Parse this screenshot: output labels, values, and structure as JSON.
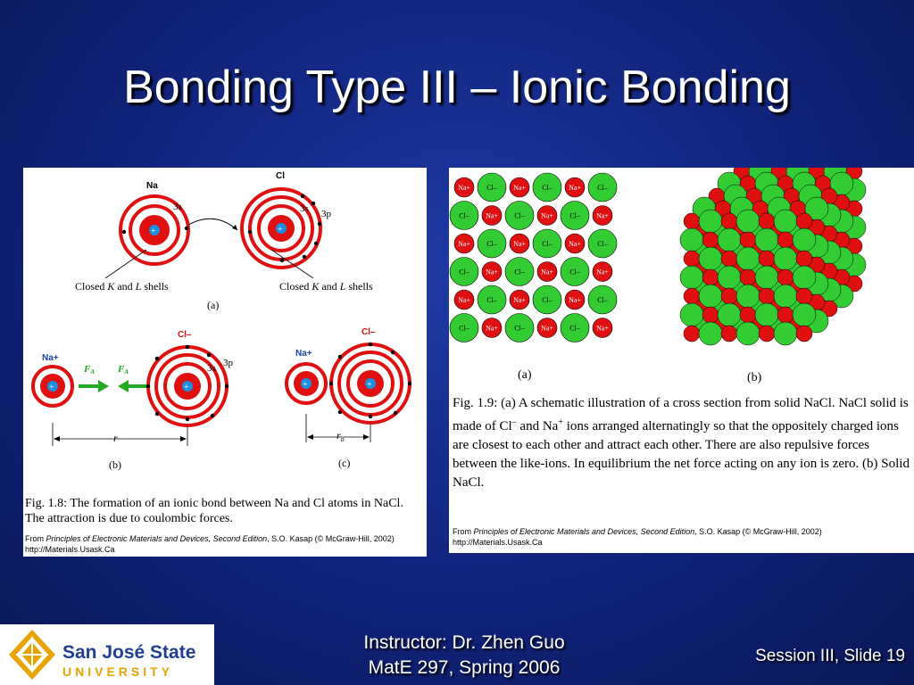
{
  "slide": {
    "title": "Bonding Type III – Ionic Bonding"
  },
  "fig18": {
    "a": {
      "na_label": "Na",
      "cl_label": "Cl",
      "na_shell": "3s",
      "cl_shell_s": "3s",
      "cl_shell_p": "3p",
      "closed_left_1": "Closed ",
      "closed_left_k": "K",
      "closed_left_and": " and ",
      "closed_left_l": "L",
      "closed_left_2": " shells",
      "closed_right_1": "Closed ",
      "closed_right_k": "K",
      "closed_right_and": " and ",
      "closed_right_l": "L",
      "closed_right_2": " shells",
      "label": "(a)"
    },
    "b": {
      "na_label": "Na+",
      "cl_label": "Cl–",
      "force_left": "F",
      "force_left_sub": "A",
      "force_right": "F",
      "force_right_sub": "A",
      "shell_s": "3s",
      "shell_p": "3p",
      "distance": "r",
      "label": "(b)"
    },
    "c": {
      "na_label": "Na+",
      "cl_label": "Cl–",
      "distance": "r",
      "distance_sub": "o",
      "label": "(c)"
    },
    "nucleus": "+",
    "caption": "Fig. 1.8: The formation of an ionic bond between Na and Cl atoms in NaCl. The attraction is due to coulombic forces.",
    "credit_from": "From ",
    "credit_book": "Principles of Electronic Materials and Devices, Second Edition",
    "credit_rest": ", S.O. Kasap (© McGraw-Hill, 2002)",
    "credit_url": "http://Materials.Usask.Ca"
  },
  "fig19": {
    "lattice_labels": {
      "na": "Na+",
      "cl": "Cl–"
    },
    "label_a": "(a)",
    "label_b": "(b)",
    "caption_1": "Fig. 1.9: (a) A schematic illustration of a cross section  from solid NaCl. NaCl solid is made of Cl",
    "caption_minus": "–",
    "caption_2": " and Na",
    "caption_plus": "+",
    "caption_3": " ions arranged alternatingly so that the oppositely charged ions are closest to each other and attract each other. There are also repulsive forces between the like-ions. In equilibrium the net force acting on any ion is zero. (b) Solid NaCl.",
    "credit_from": "From ",
    "credit_book": "Principles of Electronic Materials and Devices, Second Edition",
    "credit_rest": ", S.O. Kasap (© McGraw-Hill, 2002)",
    "credit_url": "http://Materials.Usask.Ca"
  },
  "footer": {
    "logo_line1": "San José State",
    "logo_line2": "UNIVERSITY",
    "instructor": "Instructor: Dr. Zhen Guo",
    "course": "MatE 297, Spring 2006",
    "session": "Session III, Slide 19"
  },
  "colors": {
    "background": "#10237a",
    "ion_red": "#e01010",
    "ion_green": "#33cc33",
    "force_arrow": "#22aa22",
    "nucleus_blue": "#1a8fe0",
    "logo_gold": "#e8a400",
    "logo_blue": "#1f3f8f"
  }
}
